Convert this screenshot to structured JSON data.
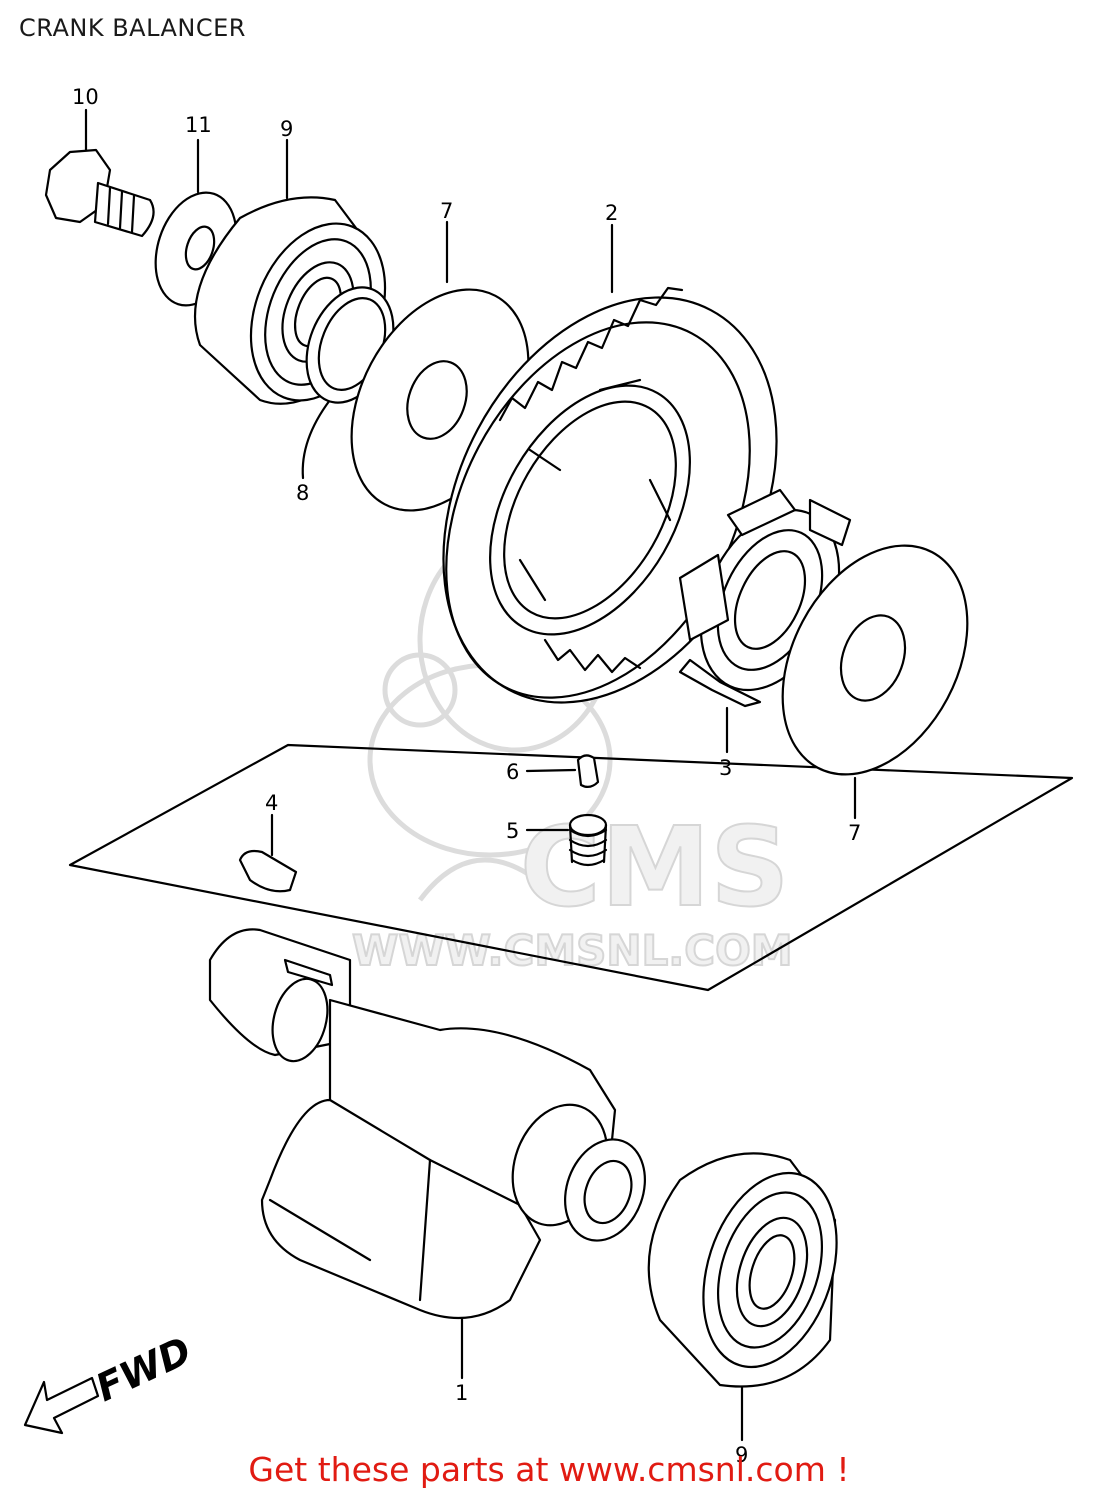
{
  "title": "CRANK BALANCER",
  "fwd_label": "FWD",
  "watermark": {
    "logo_text": "CMS",
    "url_text": "WWW.CMSNL.COM"
  },
  "footer": "Get these parts at www.cmsnl.com !",
  "colors": {
    "footer_text": "#e11b12",
    "line_art": "#000000",
    "watermark": "#d6d6d6"
  },
  "callouts": {
    "c10": "10",
    "c11": "11",
    "c9_top": "9",
    "c7_top": "7",
    "c2": "2",
    "c8": "8",
    "c6": "6",
    "c5": "5",
    "c4": "4",
    "c3": "3",
    "c7_right": "7",
    "c1": "1",
    "c9_bottom": "9"
  }
}
